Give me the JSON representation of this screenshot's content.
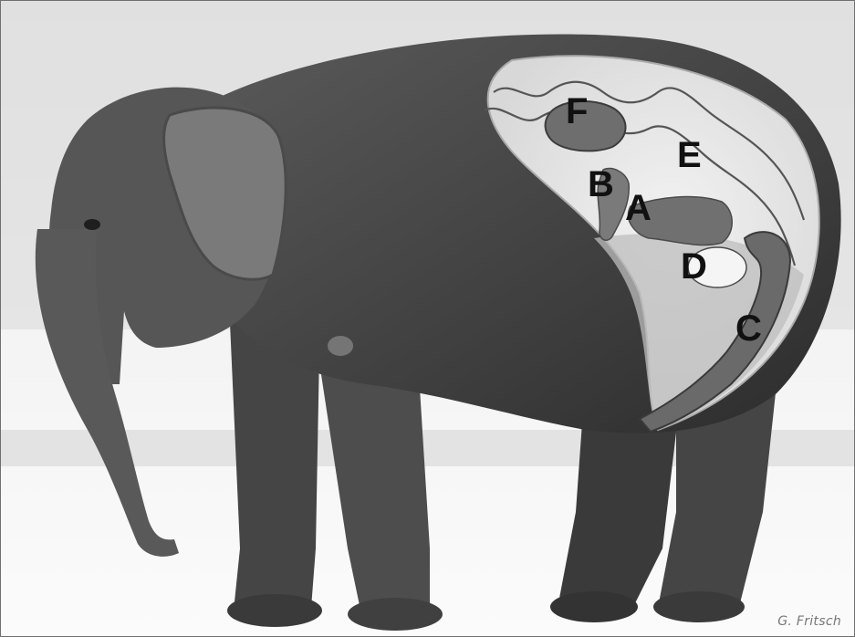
{
  "labels": {
    "a": "A",
    "b": "B",
    "c": "C",
    "d": "D",
    "e": "E",
    "f": "F"
  },
  "credit": "G. Fritsch"
}
